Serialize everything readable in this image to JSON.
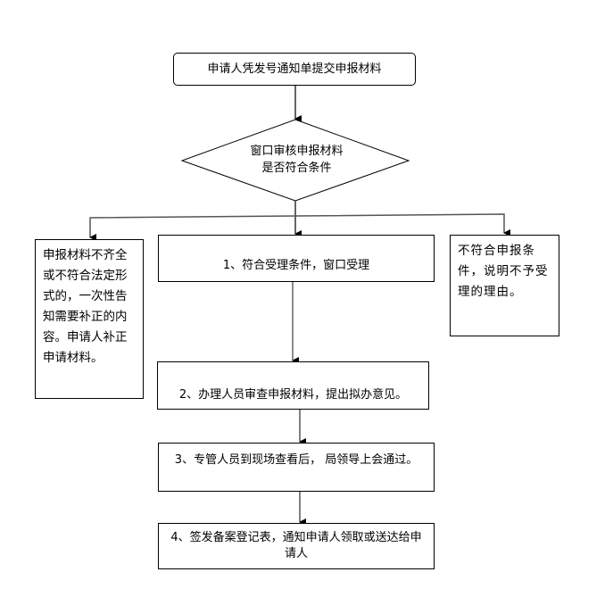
{
  "flowchart": {
    "start": {
      "label": "申请人凭发号通知单提交申报材料"
    },
    "decision": {
      "line1": "窗口审核申报材料",
      "line2": "是否符合条件"
    },
    "branch_left": {
      "label": "申报材料不齐全或不符合法定形式的，一次性告知需要补正的内容。申请人补正申请材料。"
    },
    "branch_right": {
      "label": "不符合申报条件，说明不予受理的理由。"
    },
    "steps": [
      {
        "label": "1、符合受理条件，窗口受理"
      },
      {
        "label": "2、办理人员审查申报材料，提出拟办意见。"
      },
      {
        "label": "3、专管人员到现场查看后， 局领导上会通过。"
      },
      {
        "label": "4、签发备案登记表，通知申请人领取或送达给申请人"
      }
    ]
  }
}
